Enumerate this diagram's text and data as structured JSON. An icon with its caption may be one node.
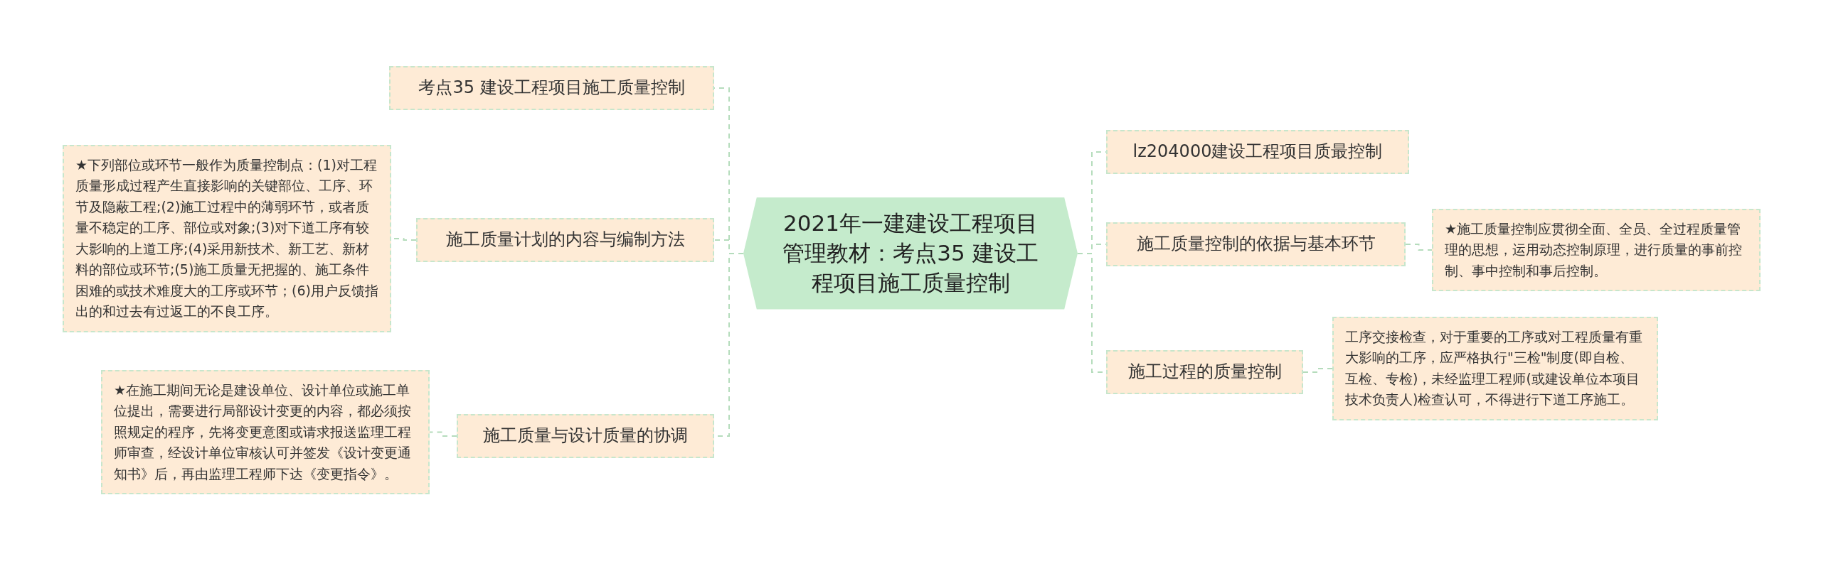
{
  "diagram": {
    "nodes": [
      {
        "text": [
          "2021年一建建设工程项目管理教材：考点35 建设工程项目施工质量控制"
        ]
      },
      {
        "text": [
          "考点35 建设工程项目施工质量控制"
        ]
      },
      {
        "text": [
          "施工质量计划的内容与编制方法"
        ]
      },
      {
        "text": [
          "★下列部位或环节一般作为质量控制点：(1)对工程质量形成过程产生直接影响的关键部位、工序、环节及隐蔽工程;(2)施工过程中的薄弱环节，或者质量不稳定的工序、部位或对象;(3)对下道工序有较大影响的上道工序;(4)采用新技术、新工艺、新材料的部位或环节;(5)施工质量无把握的、施工条件困难的或技术难度大的工序或环节；(6)用户反馈指出的和过去有过返工的不良工序。"
        ]
      },
      {
        "text": [
          "施工质量与设计质量的协调"
        ]
      },
      {
        "text": [
          "★在施工期间无论是建设单位、设计单位或施工单位提出，需要进行局部设计变更的内容，都必须按照规定的程序，先将变更意图或请求报送监理工程师审查，经设计单位审核认可并签发《设计变更通知书》后，再由监理工程师下达《变更指令》。"
        ]
      },
      {
        "text": [
          "lz204000建设工程项目质最控制"
        ]
      },
      {
        "text": [
          "施工质量控制的依据与基本环节"
        ]
      },
      {
        "text": [
          "★施工质量控制应贯彻全面、全员、全过程质量管理的思想，运用动态控制原理，进行质量的事前控制、事中控制和事后控制。"
        ]
      },
      {
        "text": [
          "施工过程的质量控制"
        ]
      },
      {
        "text": [
          "工序交接检查，对于重要的工序或对工程质量有重大影响的工序，应严格执行\"三检\"制度(即自检、互检、专检)，未经监理工程师(或建设单位本项目技术负责人)检查认可，不得进行下道工序施工。"
        ]
      }
    ],
    "edges": [
      {
        "from": 0,
        "to": 1,
        "arrow": "none"
      },
      {
        "from": 0,
        "to": 2,
        "arrow": "none"
      },
      {
        "from": 2,
        "to": 3,
        "arrow": "none"
      },
      {
        "from": 0,
        "to": 4,
        "arrow": "none"
      },
      {
        "from": 4,
        "to": 5,
        "arrow": "none"
      },
      {
        "from": 0,
        "to": 6,
        "arrow": "none"
      },
      {
        "from": 0,
        "to": 7,
        "arrow": "none"
      },
      {
        "from": 7,
        "to": 8,
        "arrow": "none"
      },
      {
        "from": 0,
        "to": 9,
        "arrow": "none"
      },
      {
        "from": 9,
        "to": 10,
        "arrow": "none"
      }
    ]
  }
}
